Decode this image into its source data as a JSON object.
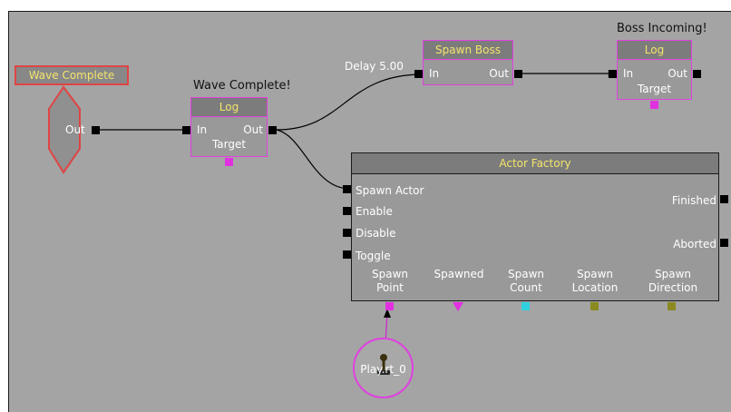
{
  "wave_complete_event": {
    "title": "Wave Complete",
    "out_label": "Out"
  },
  "log1": {
    "comment": "Wave Complete!",
    "title": "Log",
    "in_label": "In",
    "out_label": "Out",
    "target_label": "Target"
  },
  "spawn_boss": {
    "title": "Spawn Boss",
    "in_label": "In",
    "out_label": "Out",
    "delay_label": "Delay 5.00"
  },
  "log2": {
    "comment": "Boss Incoming!",
    "title": "Log",
    "in_label": "In",
    "out_label": "Out",
    "target_label": "Target"
  },
  "actor_factory": {
    "title": "Actor Factory",
    "inputs": [
      "Spawn Actor",
      "Enable",
      "Disable",
      "Toggle"
    ],
    "outputs": [
      "Finished",
      "Aborted"
    ],
    "vars": [
      {
        "l1": "Spawn",
        "l2": "Point"
      },
      {
        "l1": "Spawned",
        "l2": ""
      },
      {
        "l1": "Spawn",
        "l2": "Count"
      },
      {
        "l1": "Spawn",
        "l2": "Location"
      },
      {
        "l1": "Spawn",
        "l2": "Direction"
      }
    ]
  },
  "player_start": {
    "label": "Play.rt_0"
  },
  "colors": {
    "canvas": "#a4a4a4",
    "node_body": "#999999",
    "node_header": "#7c7c7c",
    "header_text": "#f4e46c",
    "object_var": "#e030e0",
    "int_var": "#30d0e0",
    "vector_var": "#8a8a20",
    "event_border": "#e04444"
  }
}
